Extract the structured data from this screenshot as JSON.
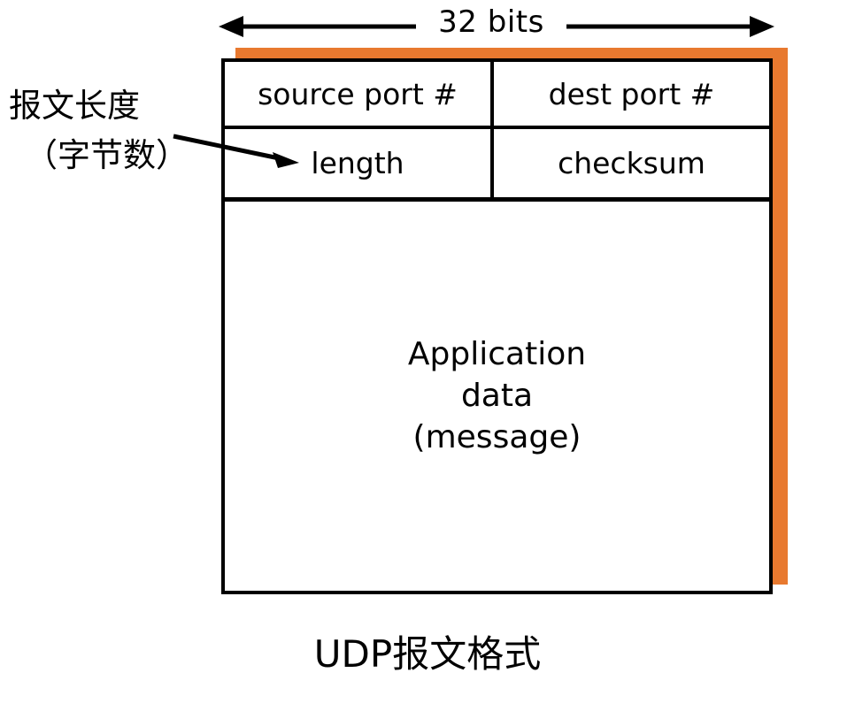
{
  "diagram": {
    "caption": "UDP报文格式",
    "width_ruler": {
      "label": "32 bits",
      "icon_left": "arrow-left-icon",
      "icon_right": "arrow-right-icon"
    },
    "annotation": {
      "line1": "报文长度",
      "line2": "（字节数）",
      "target_field": "length",
      "icon": "callout-arrow-icon"
    },
    "header": {
      "rows": [
        {
          "left": "source port #",
          "right": "dest port #"
        },
        {
          "left": "length",
          "right": "checksum"
        }
      ]
    },
    "payload": {
      "lines": [
        "Application",
        "data",
        "(message)"
      ]
    },
    "colors": {
      "shadow": "#e8792f",
      "outline": "#000000",
      "background": "#ffffff"
    }
  }
}
